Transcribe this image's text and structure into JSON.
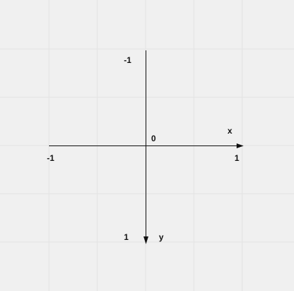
{
  "diagram": {
    "x_axis": {
      "name": "x",
      "min_label": "-1",
      "max_label": "1"
    },
    "y_axis": {
      "name": "y",
      "min_label": "-1",
      "max_label": "1",
      "direction": "down"
    },
    "origin_label": "0",
    "grid": true,
    "colors": {
      "background": "#f0f0f0",
      "grid": "#e2e2e2",
      "axis": "#111111"
    }
  }
}
